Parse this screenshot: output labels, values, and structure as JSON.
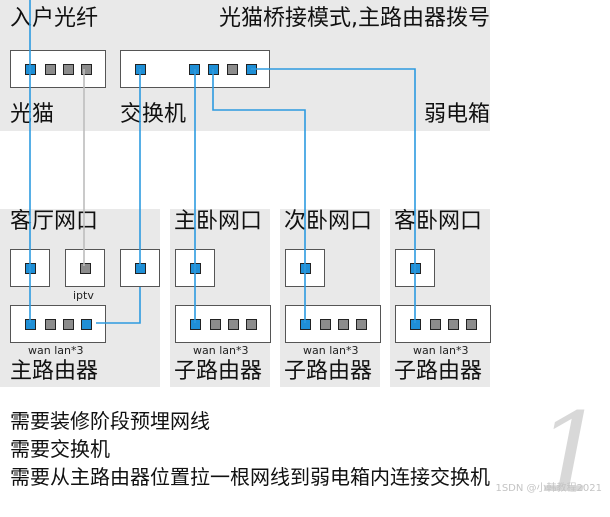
{
  "top": {
    "left_title": "入户光纤",
    "right_title": "光猫桥接模式,主路由器拨号",
    "modem_label": "光猫",
    "switch_label": "交换机",
    "box_label": "弱电箱"
  },
  "rooms": [
    {
      "title": "客厅网口",
      "router_label": "主路由器",
      "port_caption": "wan lan*3",
      "iptv_label": "iptv"
    },
    {
      "title": "主卧网口",
      "router_label": "子路由器",
      "port_caption": "wan lan*3"
    },
    {
      "title": "次卧网口",
      "router_label": "子路由器",
      "port_caption": "wan lan*3"
    },
    {
      "title": "客卧网口",
      "router_label": "子路由器",
      "port_caption": "wan lan*3"
    }
  ],
  "notes": [
    "需要装修阶段预埋网线",
    "需要交换机",
    "需要从主路由器位置拉一根网线到弱电箱内连接交换机"
  ],
  "watermark": {
    "number": "1",
    "text": "1SDN @小韩教程2021"
  },
  "colors": {
    "wire_blue": "#2d9be0",
    "wire_gray": "#bdbdbd",
    "panel": "#e9e9e9",
    "port_blue": "#1f8fd6",
    "port_gray": "#8c8c8c"
  }
}
